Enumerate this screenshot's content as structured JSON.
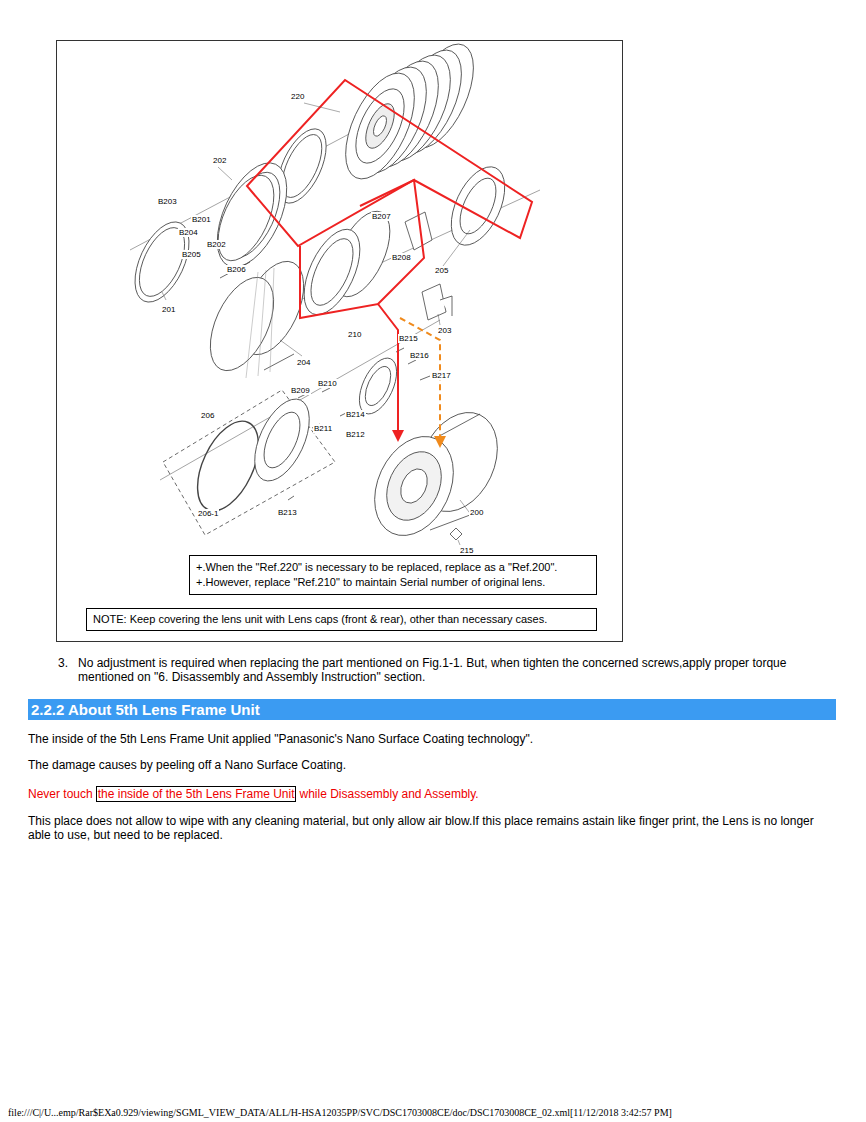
{
  "diagram": {
    "nodes": [
      {
        "text": [
          "+.When the \"Ref.220\" is necessary to be replaced, replace as a \"Ref.200\".",
          "+.However, replace \"Ref.210\" to maintain Serial number of original lens."
        ]
      },
      {
        "text": [
          "NOTE: Keep covering the lens unit with Lens caps (front & rear), other than necessary cases."
        ]
      },
      {
        "text": [
          "2.2.2 About 5th Lens Frame Unit"
        ]
      },
      {
        "text": [
          "the inside of the 5th Lens Frame Unit"
        ]
      }
    ],
    "labels": [
      "220",
      "202",
      "B203",
      "B201",
      "B204",
      "B202",
      "B205",
      "B206",
      "B207",
      "B208",
      "205",
      "201",
      "204",
      "210",
      "203",
      "B215",
      "B216",
      "B217",
      "B209",
      "B210",
      "206",
      "B214",
      "B211",
      "B212",
      "206-1",
      "B213",
      "200",
      "215",
      "3.",
      "No adjustment is required when replacing the part mentioned on Fig.1-1. But, when tighten the concerned screws,apply proper torque mentioned on \"6. Disassembly and Assembly Instruction\" section.",
      "The inside of the 5th Lens Frame Unit applied \"Panasonic's Nano Surface Coating technology\".",
      "The damage causes by peeling off a Nano Surface Coating.",
      "Never touch",
      "while Disassembly and Assembly.",
      "This place does not allow to wipe with any cleaning material, but only allow air blow.If this place remains astain like finger print, the Lens is no longer able to use, but need to be replaced.",
      "file:///C|/U...emp/Rar$EXa0.929/viewing/SGML_VIEW_DATA/ALL/H-HSA12035PP/SVC/DSC1703008CE/doc/DSC1703008CE_02.xml[11/12/2018 3:42:57 PM]"
    ]
  }
}
